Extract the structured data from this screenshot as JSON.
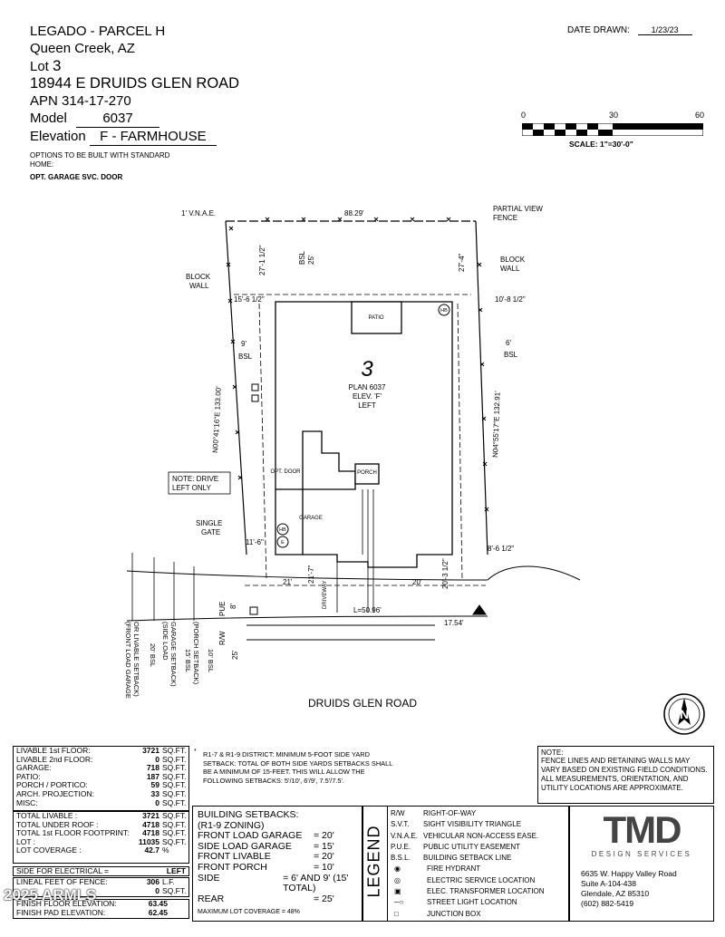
{
  "header": {
    "project": "LEGADO - PARCEL H",
    "city": "Queen Creek, AZ",
    "lot_label": "Lot",
    "lot_value": "3",
    "address": "18944 E DRUIDS GLEN ROAD",
    "apn": "APN  314-17-270",
    "model_label": "Model",
    "model_value": "6037",
    "elevation_label": "Elevation",
    "elevation_value": "F - FARMHOUSE",
    "options_title": "OPTIONS TO BE BUILT WITH STANDARD HOME:",
    "option_1": "OPT. GARAGE SVC. DOOR",
    "date_label": "DATE DRAWN:",
    "date_value": "1/23/23"
  },
  "scale": {
    "t0": "0",
    "t30": "30",
    "t60": "60",
    "label": "SCALE:  1\"=30'-0\""
  },
  "plan": {
    "lot_number": "3",
    "plan_line1": "PLAN 6037",
    "plan_line2": "ELEV. 'F'",
    "plan_line3": "LEFT",
    "patio": "PATIO",
    "porch": "PORCH",
    "garage": "GARAGE",
    "opt_door": "OPT. DOOR",
    "driveway": "DRIVEWAY",
    "street": "DRUIDS GLEN ROAD",
    "hb": "HB",
    "e": "E",
    "north": "N",
    "labels": {
      "vnae": "1' V.N.A.E.",
      "top_dim": "88.29'",
      "partial_view": "PARTIAL VIEW",
      "fence": "FENCE",
      "block_wall_l1": "BLOCK",
      "block_wall_l2": "WALL",
      "block_wall_r1": "BLOCK",
      "block_wall_r2": "WALL",
      "rear_left": "27'-1 1/2\"",
      "bsl_25": "25'",
      "bsl": "BSL",
      "rear_right": "27'-4\"",
      "left_15": "15'-6 1/2\"",
      "right_10": "10'-8 1/2\"",
      "left_9": "9'",
      "bsl_l": "BSL",
      "right_6": "6'",
      "bsl_r": "BSL",
      "left_bearing": "N00°41'16\"E 133.00'",
      "right_bearing": "N04°55'17\"E 132.91'",
      "note1": "NOTE: DRIVE",
      "note2": "LEFT ONLY",
      "single": "SINGLE",
      "gate": "GATE",
      "left_116": "11'-6\"",
      "right_86": "8'-6 1/2\"",
      "d21a": "21'",
      "d21b": "21'-7\"",
      "d20": "20'",
      "d203": "20'-3 1/2\"",
      "pue": "PUE",
      "d8": "8'",
      "arc": "L=50.96'",
      "d1754": "17.54'",
      "rw": "R/W",
      "d25": "25'",
      "sb1": "(FRONT LOAD GARAGE",
      "sb2": "OR LIVABLE SETBACK)",
      "sb3": "20' BSL",
      "sb4": "(SIDE LOAD",
      "sb5": "GARAGE SETBACK)",
      "sb6": "15' BSL",
      "sb7": "(PORCH SETBACK)",
      "sb8": "10' BSL"
    }
  },
  "area_table": [
    {
      "label": "LIVABLE 1st FLOOR:",
      "value": "3721",
      "unit": "SQ.FT."
    },
    {
      "label": "LIVABLE 2nd FLOOR:",
      "value": "0",
      "unit": "SQ.FT."
    },
    {
      "label": "GARAGE:",
      "value": "718",
      "unit": "SQ.FT."
    },
    {
      "label": "PATIO:",
      "value": "187",
      "unit": "SQ.FT."
    },
    {
      "label": "PORCH / PORTICO:",
      "value": "59",
      "unit": "SQ.FT."
    },
    {
      "label": "ARCH. PROJECTION:",
      "value": "33",
      "unit": "SQ.FT."
    },
    {
      "label": "MISC:",
      "value": "0",
      "unit": "SQ.FT."
    }
  ],
  "totals_table": [
    {
      "label": "TOTAL LIVABLE :",
      "value": "3721",
      "unit": "SQ.FT."
    },
    {
      "label": "TOTAL UNDER ROOF :",
      "value": "4718",
      "unit": "SQ.FT."
    },
    {
      "label": "TOTAL 1st FLOOR FOOTPRINT:",
      "value": "4718",
      "unit": "SQ.FT."
    },
    {
      "label": "LOT :",
      "value": "11035",
      "unit": "SQ.FT."
    },
    {
      "label": "LOT COVERAGE :",
      "value": "42.7",
      "unit": "%"
    }
  ],
  "electrical": {
    "label": "SIDE FOR ELECTRICAL =",
    "value": "LEFT"
  },
  "fence_row": {
    "label": "LINEAL FEET OF FENCE:",
    "value": "306",
    "unit": "L.F."
  },
  "wall_row": {
    "label": "",
    "value": "0",
    "unit": "SQ.FT."
  },
  "finish_floor": {
    "label": "FINISH FLOOR ELEVATION:",
    "value": "63.45"
  },
  "finish_pad": {
    "label": "FINISH PAD ELEVATION:",
    "value": "62.45"
  },
  "watermark": "2025 ARMLS",
  "district_note": "R1-7 & R1-9 DISTRICT: MINIMUM 5-FOOT SIDE YARD SETBACK: TOTAL OF BOTH SIDE YARDS SETBACKS SHALL BE A MINIMUM OF 15-FEET. THIS WILL ALLOW THE FOLLOWING SETBACKS: 5'/10', 6'/9', 7.5'/7.5'.",
  "district_asterisk": "*",
  "setbacks": {
    "title": "BUILDING SETBACKS:",
    "zoning": "(R1-9 ZONING)",
    "rows": [
      {
        "label": "FRONT LOAD GARAGE",
        "value": "= 20'"
      },
      {
        "label": "SIDE LOAD GARAGE",
        "value": "= 15'"
      },
      {
        "label": "FRONT LIVABLE",
        "value": "= 20'"
      },
      {
        "label": "FRONT PORCH",
        "value": "= 10'"
      },
      {
        "label": "SIDE",
        "value": "= 6' AND 9' (15' TOTAL)"
      },
      {
        "label": "REAR",
        "value": "= 25'"
      }
    ],
    "max": "MAXIMUM LOT COVERAGE  = 48%"
  },
  "legend": {
    "title": "LEGEND",
    "rows": [
      {
        "abbr": "R/W",
        "desc": "RIGHT-OF-WAY"
      },
      {
        "abbr": "S.V.T.",
        "desc": "SIGHT VISIBILITY TRIANGLE"
      },
      {
        "abbr": "V.N.A.E.",
        "desc": "VEHICULAR NON-ACCESS EASE."
      },
      {
        "abbr": "P.U.E.",
        "desc": "PUBLIC UTILITY EASEMENT"
      },
      {
        "abbr": "B.S.L.",
        "desc": "BUILDING SETBACK LINE"
      },
      {
        "abbr": "",
        "desc": "FIRE HYDRANT"
      },
      {
        "abbr": "",
        "desc": "ELECTRIC SERVICE LOCATION"
      },
      {
        "abbr": "",
        "desc": "ELEC. TRANSFORMER LOCATION"
      },
      {
        "abbr": "",
        "desc": "STREET LIGHT LOCATION"
      },
      {
        "abbr": "",
        "desc": "JUNCTION BOX"
      }
    ]
  },
  "note": {
    "title": "NOTE:",
    "body": "FENCE LINES AND RETAINING WALLS MAY VARY BASED ON EXISTING FIELD CONDITIONS. ALL MEASUREMENTS, ORIENTATION, AND UTILITY LOCATIONS ARE APPROXIMATE."
  },
  "company": {
    "logo": "TMD",
    "tagline": "DESIGN SERVICES",
    "addr1": "6635 W. Happy Valley Road",
    "addr2": "Suite A-104-438",
    "addr3": "Glendale, AZ 85310",
    "phone": "(602) 882-5419"
  }
}
